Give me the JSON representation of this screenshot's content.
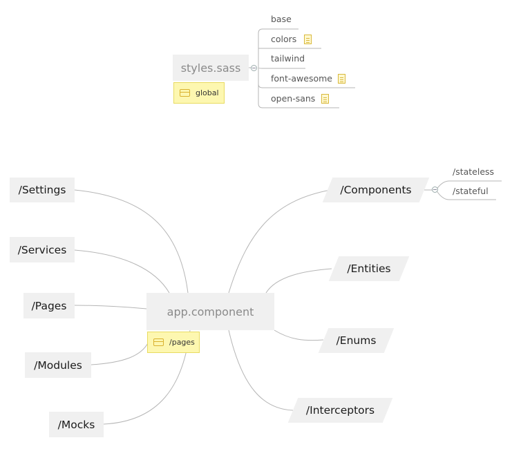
{
  "styles": {
    "root": "styles.sass",
    "note": "global",
    "children": [
      {
        "label": "base",
        "has_note": false
      },
      {
        "label": "colors",
        "has_note": true
      },
      {
        "label": "tailwind",
        "has_note": false
      },
      {
        "label": "font-awesome",
        "has_note": true
      },
      {
        "label": "open-sans",
        "has_note": true
      }
    ]
  },
  "app": {
    "root": "app.component",
    "note": "/pages",
    "left_children": [
      "/Settings",
      "/Services",
      "/Pages",
      "/Modules",
      "/Mocks"
    ],
    "right_children": [
      "/Components",
      "/Entities",
      "/Enums",
      "/Interceptors"
    ],
    "components_children": [
      "/stateless",
      "/stateful"
    ]
  },
  "colors": {
    "node_bg": "#f0f0f0",
    "note_bg": "#fdf7b0",
    "line": "#b5b5b5",
    "text_main": "#8a8a8a",
    "text_dark": "#1a1a1a"
  }
}
